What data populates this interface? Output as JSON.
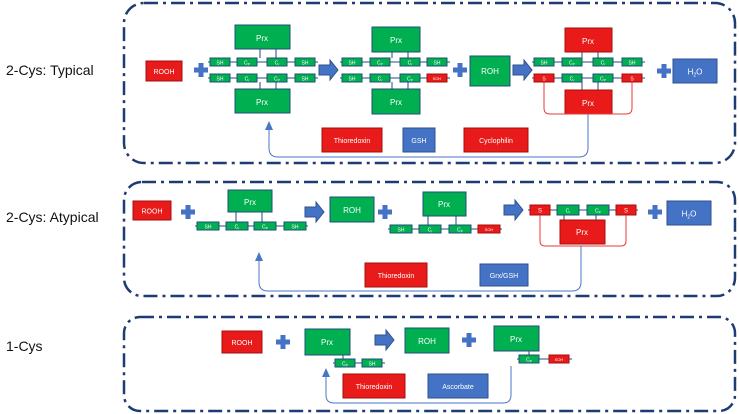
{
  "labels": {
    "typical": "2-Cys: Typical",
    "atypical": "2-Cys: Atypical",
    "onecys": "1-Cys"
  },
  "text": {
    "prx": "Prx",
    "rooh": "ROOH",
    "roh": "ROH",
    "sh": "SH",
    "soh": "SOH",
    "s": "S",
    "h2o_h": "H",
    "h2o_sub": "2",
    "h2o_o": "O",
    "c": "C",
    "sub_p": "P",
    "sub_r": "r"
  },
  "reductants": {
    "typical": [
      "Thioredoxin",
      "GSH",
      "Cyclophilin"
    ],
    "atypical": [
      "Thioredoxin",
      "Grx/GSH"
    ],
    "onecys": [
      "Thioredoxin",
      "Ascorbate"
    ]
  },
  "colors": {
    "green": "#00b050",
    "red": "#e81a1a",
    "blue": "#4472c4",
    "border": "#1f3b73"
  }
}
